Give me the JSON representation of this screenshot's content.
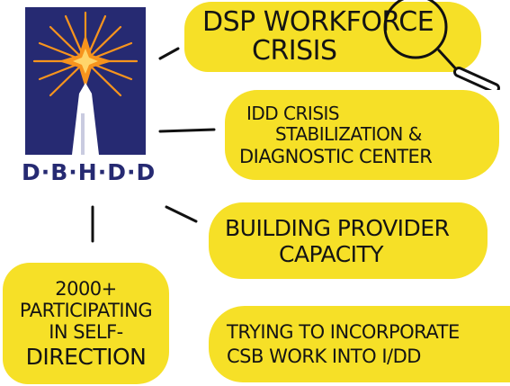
{
  "logo": {
    "text": "D·B·H·D·D",
    "colors": {
      "background": "#262a72",
      "star": "#f7941d",
      "tower": "#ffffff"
    }
  },
  "nodes": [
    {
      "id": "dsp",
      "lines": [
        "DSP WORKFORCE",
        "CRISIS"
      ]
    },
    {
      "id": "idd",
      "lines": [
        "IDD CRISIS",
        "STABILIZATION &",
        "DIAGNOSTIC CENTER"
      ]
    },
    {
      "id": "capacity",
      "lines": [
        "BUILDING PROVIDER",
        "CAPACITY"
      ]
    },
    {
      "id": "self",
      "lines": [
        "2000+",
        "PARTICIPATING",
        "IN SELF-",
        "DIRECTION"
      ]
    },
    {
      "id": "csb",
      "lines": [
        "TRYING TO INCORPORATE",
        "CSB WORK INTO I/DD"
      ]
    }
  ],
  "icons": [
    "magnifying-glass-icon",
    "star-icon"
  ],
  "colors": {
    "bubble": "#f6e027",
    "ink": "#141414"
  }
}
